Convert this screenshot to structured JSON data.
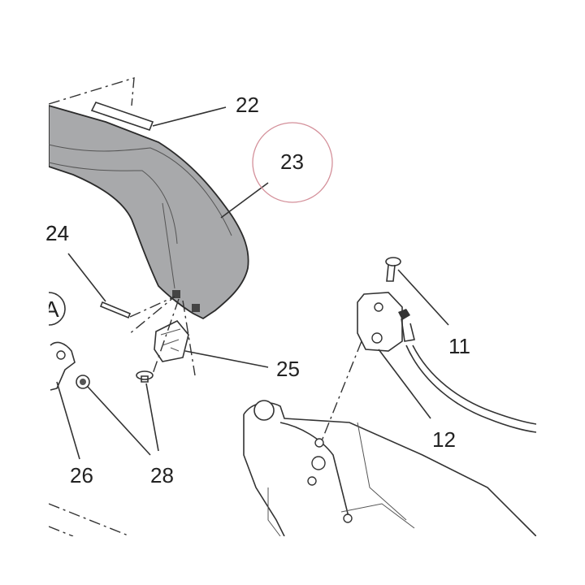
{
  "diagram": {
    "part_labels": {
      "p22": "22",
      "p23": "23",
      "p24": "24",
      "p25": "25",
      "p26": "26",
      "p28": "28",
      "p11": "11",
      "p12": "12"
    },
    "callout": "A",
    "colors": {
      "cover_fill": "#a8a9ab",
      "highlight_circle": "#d4909a",
      "line": "#333333"
    }
  }
}
